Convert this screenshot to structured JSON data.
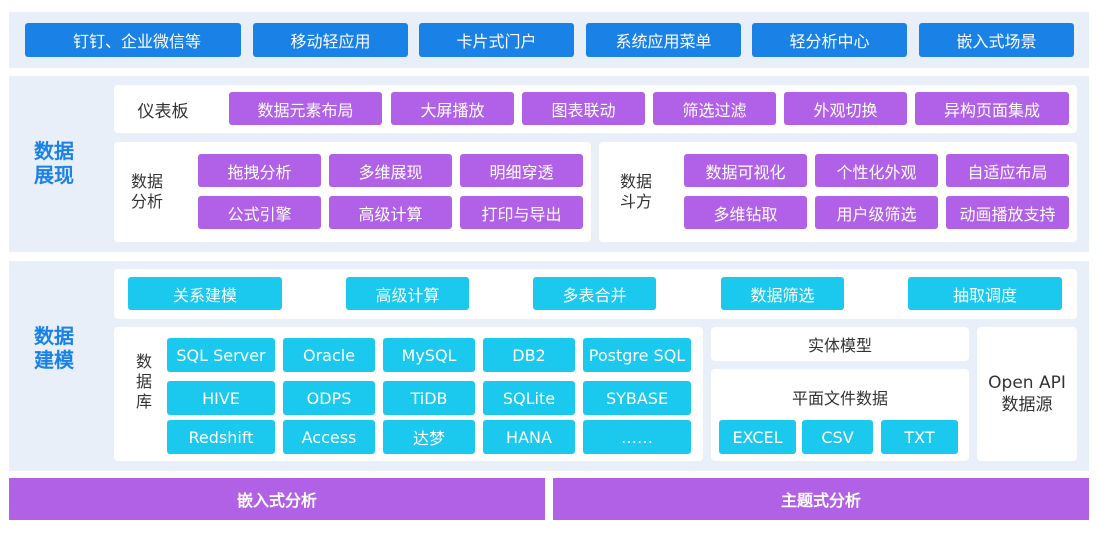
{
  "top_row": [
    "钉钉、企业微信等",
    "移动轻应用",
    "卡片式门户",
    "系统应用菜单",
    "轻分析中心",
    "嵌入式场景"
  ],
  "presentation": {
    "title_line1": "数据",
    "title_line2": "展现",
    "dashboard_label": "仪表板",
    "dashboard_items": [
      "数据元素布局",
      "大屏播放",
      "图表联动",
      "筛选过滤",
      "外观切换",
      "异构页面集成"
    ],
    "analysis_label_line1": "数据",
    "analysis_label_line2": "分析",
    "analysis_items": [
      "拖拽分析",
      "多维展现",
      "明细穿透",
      "公式引擎",
      "高级计算",
      "打印与导出"
    ],
    "doufang_label_line1": "数据",
    "doufang_label_line2": "斗方",
    "doufang_items": [
      "数据可视化",
      "个性化外观",
      "自适应布局",
      "多维钻取",
      "用户级筛选",
      "动画播放支持"
    ]
  },
  "modeling": {
    "title_line1": "数据",
    "title_line2": "建模",
    "features": [
      "关系建模",
      "高级计算",
      "多表合并",
      "数据筛选",
      "抽取调度"
    ],
    "database_label": [
      "数",
      "据",
      "库"
    ],
    "databases": [
      "SQL Server",
      "Oracle",
      "MySQL",
      "DB2",
      "Postgre SQL",
      "HIVE",
      "ODPS",
      "TiDB",
      "SQLite",
      "SYBASE",
      "Redshift",
      "Access",
      "达梦",
      "HANA",
      "……"
    ],
    "entity_model": "实体模型",
    "flat_file_label": "平面文件数据",
    "flat_files": [
      "EXCEL",
      "CSV",
      "TXT"
    ],
    "open_api_line1": "Open API",
    "open_api_line2": "数据源"
  },
  "bottom": [
    "嵌入式分析",
    "主题式分析"
  ],
  "colors": {
    "primary_blue": "#1a82e6",
    "purple": "#b161e7",
    "cyan": "#1bc8ee",
    "panel_bg": "#e9eff9"
  }
}
